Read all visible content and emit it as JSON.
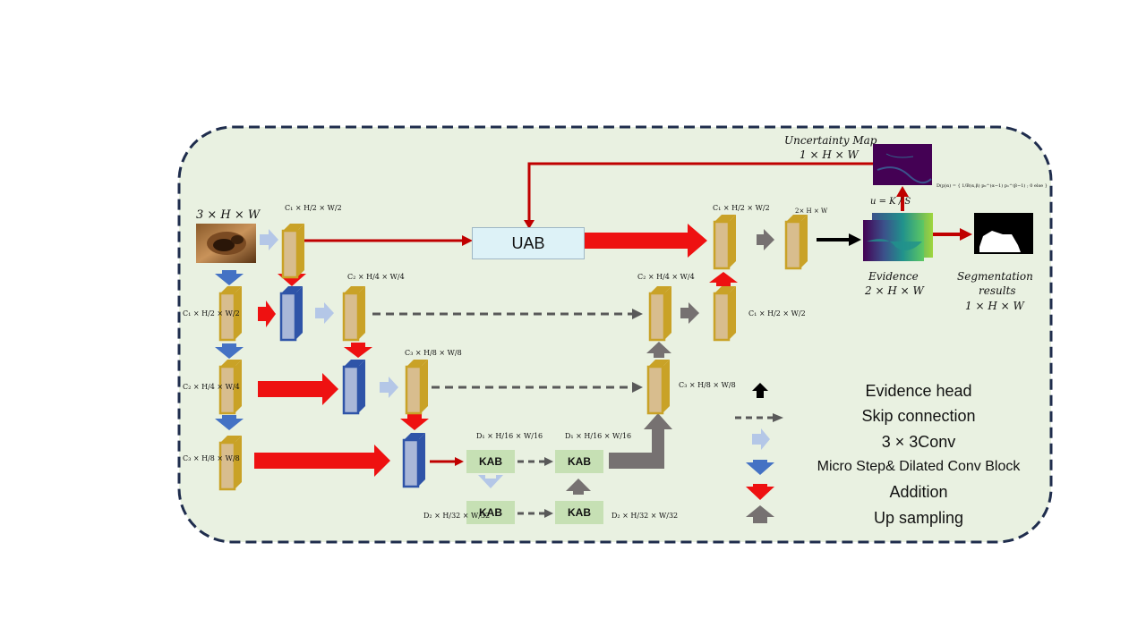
{
  "blocks": {
    "uab": "UAB",
    "kab": "KAB"
  },
  "labels": {
    "input_dim": "3 × H × W",
    "uncertainty_title": "Uncertainty Map",
    "uncertainty_dim": "1 × H × W",
    "evidence_title": "Evidence",
    "evidence_dim": "2 × H × W",
    "seg_title_1": "Segmentation",
    "seg_title_2": "results",
    "seg_dim": "1 × H × W",
    "u_formula": "u = K / S",
    "dirichlet_formula": "D(p|α) = { 1/B(α,β) p₀^(α−1) p₁^(β−1) ; 0 else }",
    "top_right_dim": "2× H × W"
  },
  "dims": {
    "enc_top": "C₁ × H/2 × W/2",
    "enc_l2": "C₁ × H/2 × W/2",
    "enc_l3": "C₂ × H/4 × W/4",
    "enc_l4": "C₃ × H/8 × W/8",
    "mid_top": "C₂ × H/4 × W/4",
    "mid_l3": "C₃ × H/8 × W/8",
    "dec_top": "C₁ × H/2 × W/2",
    "dec_mid": "C₂ × H/4 × W/4",
    "dec_right": "C₁ × H/2 × W/2",
    "dec_low": "C₃ × H/8 × W/8",
    "kab1": "D₁ × H/16 × W/16",
    "kab2": "D₁ × H/16 × W/16",
    "kab3": "D₂ × H/32 × W/32",
    "kab4": "D₂ × H/32 × W/32"
  },
  "legend": [
    {
      "label": "Evidence head",
      "icon": "black-arrow-up-icon"
    },
    {
      "label": "Skip connection",
      "icon": "dashed-arrow-icon"
    },
    {
      "label": "3 × 3Conv",
      "icon": "light-blue-arrow-icon"
    },
    {
      "label": "Micro Step& Dilated Conv Block",
      "icon": "blue-arrow-down-icon"
    },
    {
      "label": "Addition",
      "icon": "red-arrow-down-icon"
    },
    {
      "label": "Up sampling",
      "icon": "gray-arrow-up-icon"
    }
  ],
  "colors": {
    "frame_fill": "#e9f1e1",
    "frame_border": "#1f2d4d",
    "gold": "#c9a227",
    "gold_face": "#d8bd8e",
    "blue_box": "#2f54a8",
    "blue_face": "#a9b7d8",
    "red": "#ee1111",
    "dark_red": "#c00000",
    "light_blue": "#b4c7e7",
    "mid_blue": "#4472c4",
    "gray": "#767171",
    "kab": "#c6e0b4",
    "uab": "#ddf2f7"
  }
}
